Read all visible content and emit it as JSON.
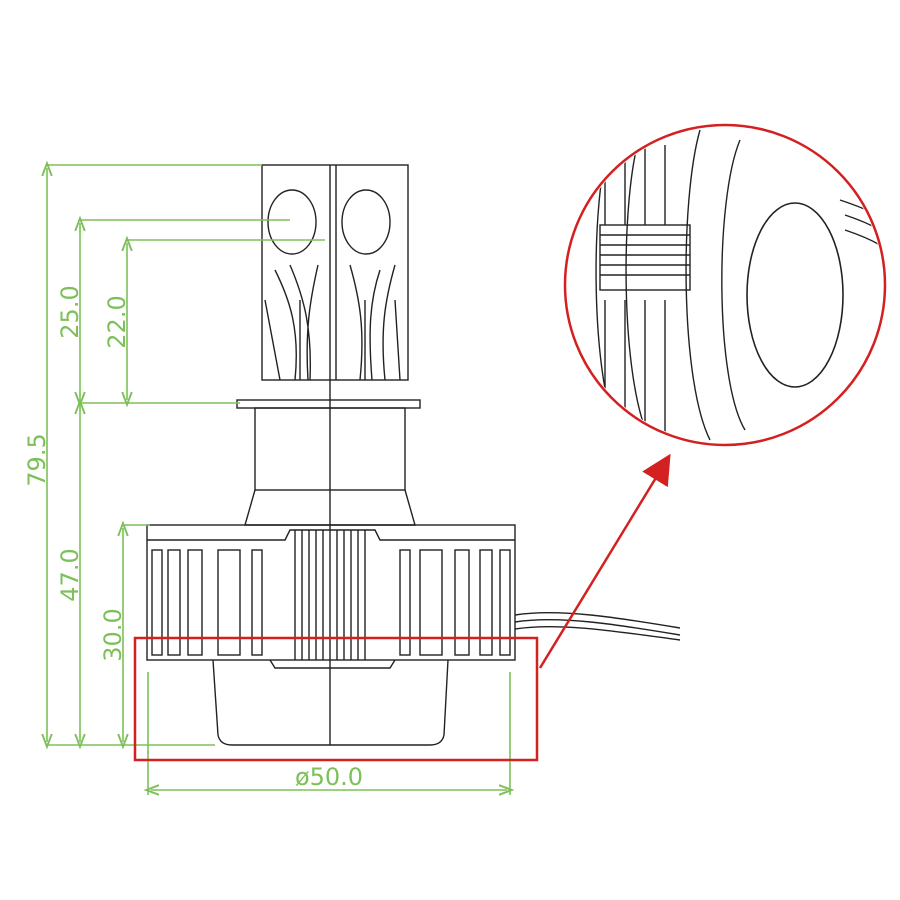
{
  "dimensions": {
    "total_height": "79.5",
    "led_to_flange": "25.0",
    "chip_to_flange": "22.0",
    "flange_to_base": "47.0",
    "heatsink_height": "30.0",
    "diameter": "ø50.0"
  },
  "colors": {
    "dimension_lines": "#7dc05a",
    "highlight": "#d42020",
    "drawing": "#222222"
  }
}
